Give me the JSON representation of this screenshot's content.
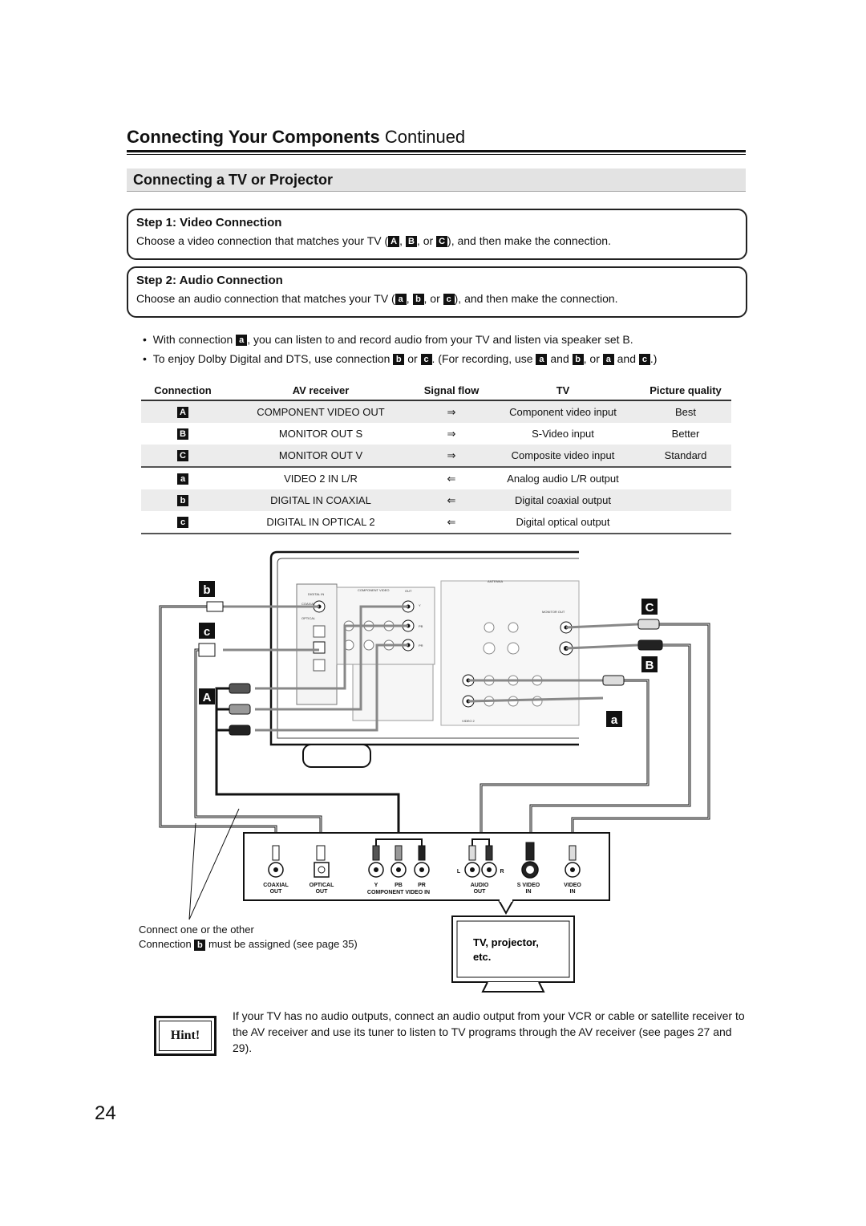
{
  "header": {
    "title_bold": "Connecting Your Components",
    "title_rest": "Continued"
  },
  "section": {
    "title": "Connecting a TV or Projector"
  },
  "step1": {
    "heading": "Step 1: Video Connection",
    "pre": "Choose a video connection that matches your TV (",
    "keys": [
      "A",
      "B",
      "C"
    ],
    "sep1": ", ",
    "sep2": ", or ",
    "post": "), and then make the connection."
  },
  "step2": {
    "heading": "Step 2: Audio Connection",
    "pre": "Choose an audio connection that matches your TV (",
    "keys": [
      "a",
      "b",
      "c"
    ],
    "sep1": ", ",
    "sep2": ", or ",
    "post": "), and then make the connection."
  },
  "bullets": {
    "b1_pre": "With connection",
    "b1_key": "a",
    "b1_post": ", you can listen to and record audio from your TV and listen via speaker set B.",
    "b2_pre": "To enjoy Dolby Digital and DTS, use connection",
    "b2_k1": "b",
    "b2_or": "or",
    "b2_k2": "c",
    "b2_mid": ". (For recording, use",
    "b2_k3": "a",
    "b2_and1": "and",
    "b2_k4": "b",
    "b2_or2": ", or",
    "b2_k5": "a",
    "b2_and2": "and",
    "b2_k6": "c",
    "b2_end": ".)"
  },
  "table": {
    "headers": [
      "Connection",
      "AV receiver",
      "Signal flow",
      "TV",
      "Picture quality"
    ],
    "rows": [
      {
        "key": "A",
        "av": "COMPONENT VIDEO OUT",
        "flow": "⇒",
        "tv": "Component video input",
        "quality": "Best"
      },
      {
        "key": "B",
        "av": "MONITOR OUT S",
        "flow": "⇒",
        "tv": "S-Video input",
        "quality": "Better"
      },
      {
        "key": "C",
        "av": "MONITOR OUT V",
        "flow": "⇒",
        "tv": "Composite video input",
        "quality": "Standard"
      },
      {
        "key": "a",
        "av": "VIDEO 2 IN L/R",
        "flow": "⇐",
        "tv": "Analog audio L/R output",
        "quality": ""
      },
      {
        "key": "b",
        "av": "DIGITAL IN COAXIAL",
        "flow": "⇐",
        "tv": "Digital coaxial output",
        "quality": ""
      },
      {
        "key": "c",
        "av": "DIGITAL IN OPTICAL 2",
        "flow": "⇐",
        "tv": "Digital optical output",
        "quality": ""
      }
    ]
  },
  "diagram": {
    "keys": {
      "b": "b",
      "c": "c",
      "A": "A",
      "C": "C",
      "B": "B",
      "a": "a"
    },
    "receiver": {
      "digital_in": "DIGITAL IN",
      "component_video": "COMPONENT VIDEO",
      "out": "OUT",
      "coaxial": "COAXIAL",
      "optical": "OPTICAL",
      "antenna": "ANTENNA",
      "monitor_out": "MONITOR OUT",
      "video2": "VIDEO 2",
      "y": "Y",
      "pb": "PB",
      "pr": "PR"
    },
    "tv_panel": {
      "coaxial": "COAXIAL",
      "coaxial_sub": "OUT",
      "optical": "OPTICAL",
      "optical_sub": "OUT",
      "y": "Y",
      "pb": "PB",
      "pr": "PR",
      "component": "COMPONENT VIDEO IN",
      "audio": "AUDIO",
      "audio_sub": "OUT",
      "l": "L",
      "r": "R",
      "svideo": "S VIDEO",
      "svideo_sub": "IN",
      "video": "VIDEO",
      "video_sub": "IN"
    },
    "tv_label_1": "TV, projector,",
    "tv_label_2": "etc."
  },
  "captions": {
    "line1": "Connect one or the other",
    "line2_pre": "Connection",
    "line2_key": "b",
    "line2_post": "must be assigned (see page 35)"
  },
  "hint": {
    "label": "Hint!",
    "text": "If your TV has no audio outputs, connect an audio output from your VCR or cable or satellite receiver to the AV receiver and use its tuner to listen to TV programs through the AV receiver (see pages 27 and 29)."
  },
  "page_number": "24"
}
